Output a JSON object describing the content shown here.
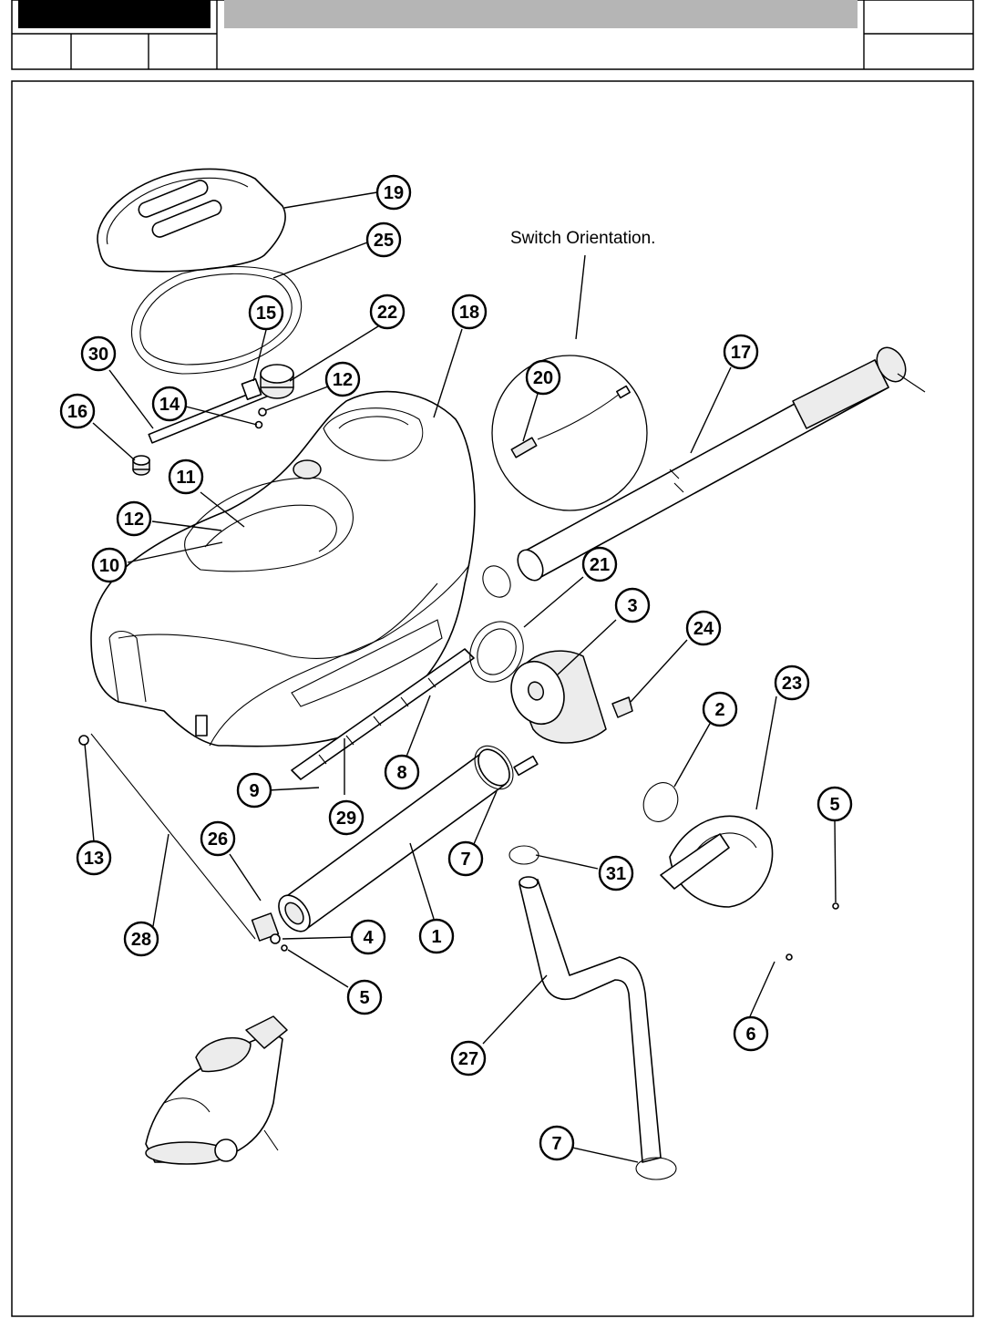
{
  "header": {
    "colors": {
      "banner_dark": "#000000",
      "banner_grey": "#b5b5b5",
      "frame": "#000000"
    }
  },
  "diagram": {
    "caption": "Switch Orientation.",
    "callouts": [
      {
        "id": "c19",
        "label": "19"
      },
      {
        "id": "c25",
        "label": "25"
      },
      {
        "id": "c15",
        "label": "15"
      },
      {
        "id": "c22",
        "label": "22"
      },
      {
        "id": "c18",
        "label": "18"
      },
      {
        "id": "c20",
        "label": "20"
      },
      {
        "id": "c17",
        "label": "17"
      },
      {
        "id": "c30",
        "label": "30"
      },
      {
        "id": "c12a",
        "label": "12"
      },
      {
        "id": "c14",
        "label": "14"
      },
      {
        "id": "c16",
        "label": "16"
      },
      {
        "id": "c11",
        "label": "11"
      },
      {
        "id": "c12b",
        "label": "12"
      },
      {
        "id": "c10",
        "label": "10"
      },
      {
        "id": "c21",
        "label": "21"
      },
      {
        "id": "c3",
        "label": "3"
      },
      {
        "id": "c24",
        "label": "24"
      },
      {
        "id": "c23",
        "label": "23"
      },
      {
        "id": "c2",
        "label": "2"
      },
      {
        "id": "c8",
        "label": "8"
      },
      {
        "id": "c9",
        "label": "9"
      },
      {
        "id": "c29",
        "label": "29"
      },
      {
        "id": "c5a",
        "label": "5"
      },
      {
        "id": "c13",
        "label": "13"
      },
      {
        "id": "c26",
        "label": "26"
      },
      {
        "id": "c7a",
        "label": "7"
      },
      {
        "id": "c31",
        "label": "31"
      },
      {
        "id": "c28",
        "label": "28"
      },
      {
        "id": "c4",
        "label": "4"
      },
      {
        "id": "c1",
        "label": "1"
      },
      {
        "id": "c5b",
        "label": "5"
      },
      {
        "id": "c6",
        "label": "6"
      },
      {
        "id": "c27",
        "label": "27"
      },
      {
        "id": "c7b",
        "label": "7"
      }
    ]
  }
}
